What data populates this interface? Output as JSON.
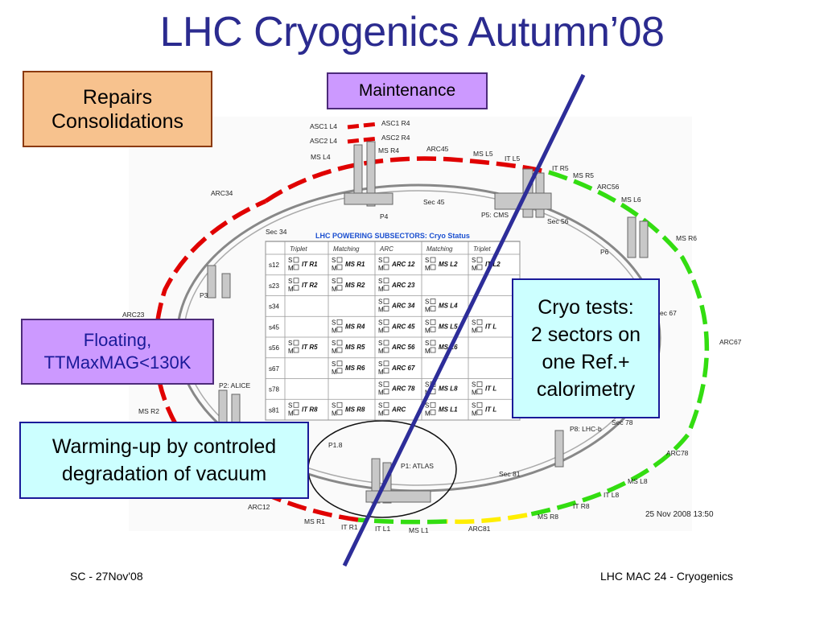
{
  "title": "LHC Cryogenics Autumn’08",
  "callouts": {
    "repairs": [
      "Repairs",
      "Consolidations"
    ],
    "maintenance": "Maintenance",
    "floating": [
      "Floating,",
      "TTMaxMAG<130K"
    ],
    "warming": [
      "Warming-up by controled",
      "degradation of vacuum"
    ],
    "cryo": [
      "Cryo tests:",
      "2 sectors on",
      "one Ref.+",
      "calorimetry"
    ]
  },
  "ring_labels": {
    "asc1_l4": "ASC1 L4",
    "asc1_r4": "ASC1 R4",
    "asc2_l4": "ASC2 L4",
    "asc2_r4": "ASC2 R4",
    "msl4": "MS L4",
    "msr4": "MS R4",
    "arc45": "ARC45",
    "msl5": "MS L5",
    "itl5": "IT L5",
    "itr5": "IT R5",
    "msr5": "MS R5",
    "arc56": "ARC56",
    "msl6": "MS L6",
    "msr6": "MS R6",
    "arc67": "ARC67",
    "arc78": "ARC78",
    "msl8": "MS L8",
    "itl8": "IT L8",
    "itr8": "IT R8",
    "msr8": "MS R8",
    "arc81": "ARC81",
    "msl1": "MS L1",
    "itl1": "IT L1",
    "itr1": "IT R1",
    "msr1": "MS R1",
    "arc12": "ARC12",
    "msr2": "MS R2",
    "arc23": "ARC23",
    "arc34": "ARC34",
    "sec34": "Sec 34",
    "sec45": "Sec 45",
    "sec56": "Sec 56",
    "sec67": "ec 67",
    "sec78": "Sec 78",
    "sec81": "Sec 81",
    "p1": "P1: ATLAS",
    "p1_8": "P1.8",
    "p2": "P2: ALICE",
    "p3": "P3",
    "p4": "P4",
    "p5": "P5: CMS",
    "p6": "P6",
    "p8": "P8: LHC-b"
  },
  "timestamp": "25 Nov 2008 13:50",
  "table": {
    "title": "LHC POWERING SUBSECTORS: Cryo Status",
    "headers": [
      "Triplet",
      "Matching",
      "ARC",
      "Matching",
      "Triplet"
    ],
    "rows": [
      {
        "sector": "s12",
        "cells": [
          "IT R1",
          "MS R1",
          "ARC 12",
          "MS L2",
          "IT L2"
        ]
      },
      {
        "sector": "s23",
        "cells": [
          "IT R2",
          "MS R2",
          "ARC 23",
          "",
          ""
        ]
      },
      {
        "sector": "s34",
        "cells": [
          "",
          "",
          "ARC 34",
          "MS L4",
          ""
        ]
      },
      {
        "sector": "s45",
        "cells": [
          "",
          "MS R4",
          "ARC 45",
          "MS L5",
          "IT L"
        ]
      },
      {
        "sector": "s56",
        "cells": [
          "IT R5",
          "MS R5",
          "ARC 56",
          "MS L6",
          ""
        ]
      },
      {
        "sector": "s67",
        "cells": [
          "",
          "MS R6",
          "ARC 67",
          "",
          ""
        ]
      },
      {
        "sector": "s78",
        "cells": [
          "",
          "",
          "ARC 78",
          "MS L8",
          "IT L"
        ]
      },
      {
        "sector": "s81",
        "cells": [
          "IT R8",
          "MS R8",
          "ARC",
          "MS L1",
          "IT L"
        ]
      }
    ],
    "status_chars": [
      "S",
      "M"
    ]
  },
  "footer": {
    "left": "SC - 27Nov'08",
    "right": "LHC MAC 24 - Cryogenics"
  }
}
